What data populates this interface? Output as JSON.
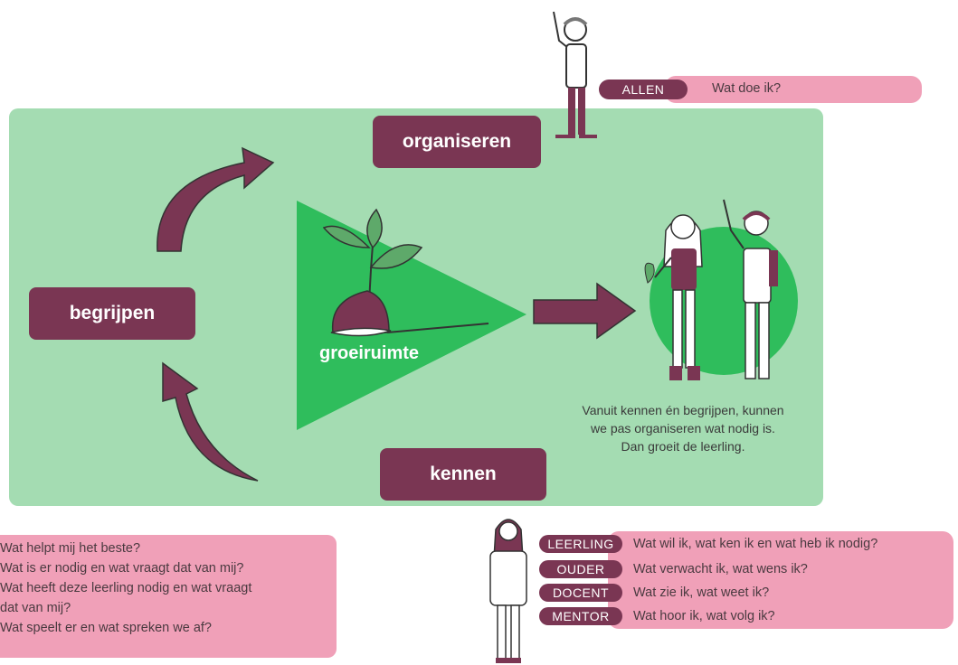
{
  "top_callout": {
    "tag": "ALLEN",
    "question": "Wat doe ik?"
  },
  "stages": {
    "organiseren": "organiseren",
    "begrijpen": "begrijpen",
    "kennen": "kennen"
  },
  "center_label": "groeiruimte",
  "caption": [
    "Vanuit kennen én begrijpen, kunnen",
    "we pas organiseren wat nodig is.",
    "Dan groeit de leerling."
  ],
  "left_questions": [
    "Wat helpt mij het beste?",
    "Wat is er nodig en wat vraagt dat van mij?",
    "Wat heeft deze leerling nodig en wat vraagt",
    "dat van mij?",
    "Wat speelt er en wat spreken we af?"
  ],
  "roles": [
    {
      "tag": "LEERLING",
      "question": "Wat wil ik, wat ken ik en wat heb ik nodig?"
    },
    {
      "tag": "OUDER",
      "question": "Wat verwacht ik, wat wens ik?"
    },
    {
      "tag": "DOCENT",
      "question": "Wat zie ik, wat weet ik?"
    },
    {
      "tag": "MENTOR",
      "question": "Wat hoor ik, wat volg ik?"
    }
  ],
  "colors": {
    "panel_green": "#a4dcb2",
    "triangle_green": "#2fbd5c",
    "burgundy": "#7a3653",
    "pink": "#f0a0b8"
  }
}
